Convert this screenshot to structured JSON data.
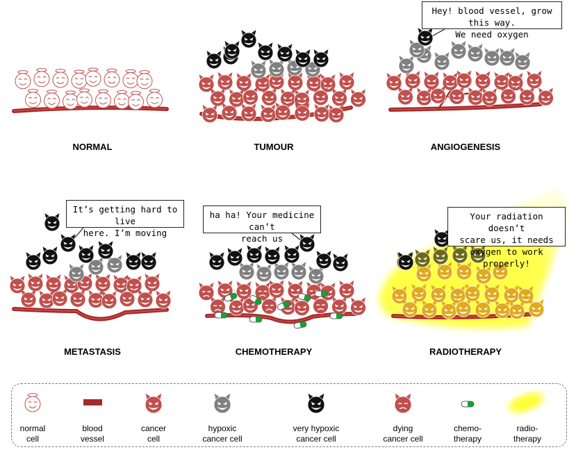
{
  "panels": [
    {
      "id": "normal",
      "title": "NORMAL"
    },
    {
      "id": "tumour",
      "title": "TUMOUR"
    },
    {
      "id": "angiogenesis",
      "title": "ANGIOGENESIS",
      "bubble": "Hey! blood vessel, grow this way.\nWe need oxygen"
    },
    {
      "id": "metastasis",
      "title": "METASTASIS",
      "bubble": "It’s getting hard to live\nhere. I’m moving"
    },
    {
      "id": "chemotherapy",
      "title": "CHEMOTHERAPY",
      "bubble": "ha ha! Your medicine can’t\nreach us"
    },
    {
      "id": "radiotherapy",
      "title": "RADIOTHERAPY",
      "bubble": "Your radiation doesn’t\nscare us, it needs\noxygen to work properly!"
    }
  ],
  "legend": [
    {
      "icon": "normal-cell-icon",
      "label": "normal\ncell"
    },
    {
      "icon": "blood-vessel-icon",
      "label": "blood\nvessel"
    },
    {
      "icon": "cancer-cell-icon",
      "label": "cancer\ncell"
    },
    {
      "icon": "hypoxic-cancer-cell-icon",
      "label": "hypoxic\ncancer cell"
    },
    {
      "icon": "very-hypoxic-cancer-cell-icon",
      "label": "very hypoxic\ncancer cell"
    },
    {
      "icon": "dying-cancer-cell-icon",
      "label": "dying\ncancer cell"
    },
    {
      "icon": "chemotherapy-pill-icon",
      "label": "chemo-\ntherapy"
    },
    {
      "icon": "radiotherapy-beam-icon",
      "label": "radio-\ntherapy"
    }
  ],
  "colors": {
    "normal_cell": "#c0504d",
    "cancer_cell": "#c0504d",
    "hypoxic_cell": "#808080",
    "very_hypoxic_cell": "#111111",
    "blood_vessel": "#a52a2a",
    "chemo_green": "#1a9e3a",
    "radiation_yellow": "#ffff33",
    "irradiated_cell": "#e0a91e"
  }
}
